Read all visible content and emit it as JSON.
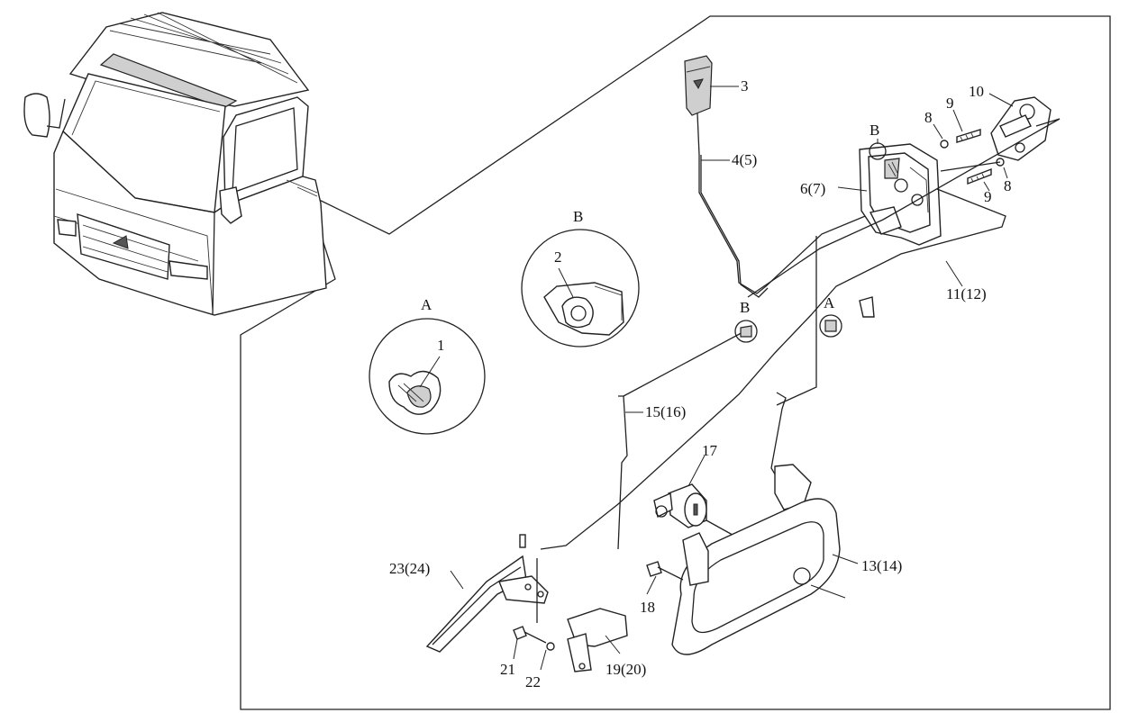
{
  "labels": {
    "p1": "1",
    "p2": "2",
    "p3": "3",
    "p4": "4(5)",
    "p6": "6(7)",
    "p8a": "8",
    "p8b": "8",
    "p9a": "9",
    "p9b": "9",
    "p10": "10",
    "p11": "11(12)",
    "p13": "13(14)",
    "p15": "15(16)",
    "p17": "17",
    "p18": "18",
    "p19": "19(20)",
    "p21": "21",
    "p22": "22",
    "p23": "23(24)"
  },
  "views": {
    "detail_a": "A",
    "detail_b": "B",
    "callout_a": "A",
    "callout_b": "B",
    "latch_b": "B"
  }
}
